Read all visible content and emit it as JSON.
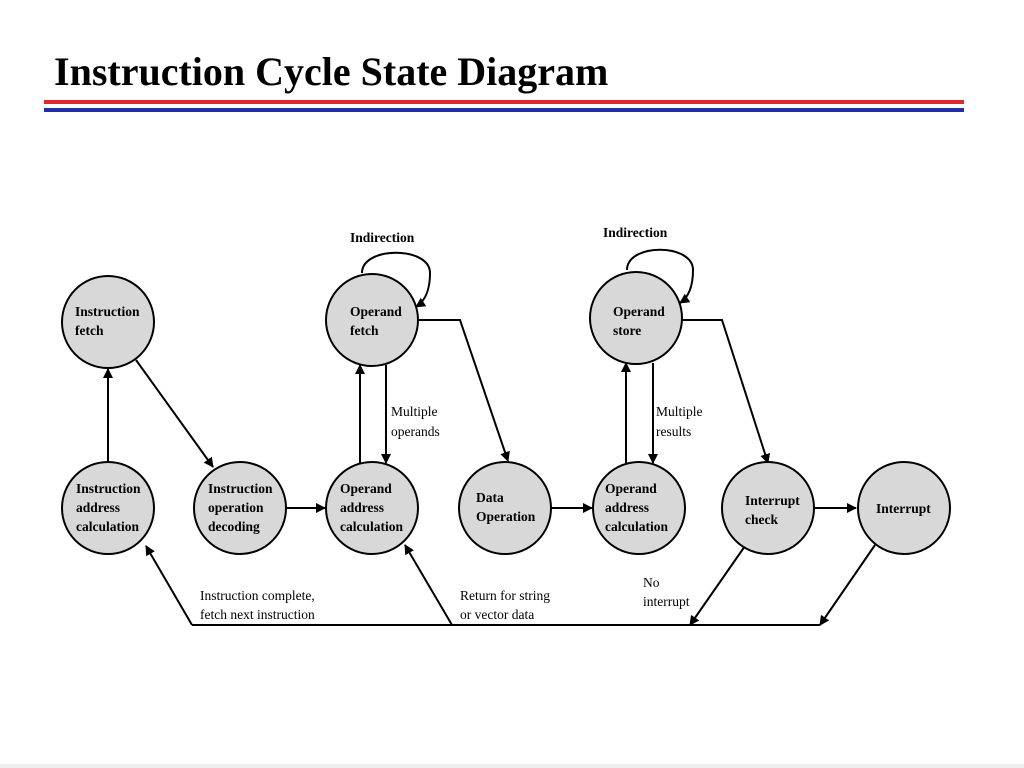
{
  "slide": {
    "title": "Instruction Cycle State Diagram",
    "rule_colors": {
      "top": "#e0262f",
      "bottom": "#1f2fa8"
    }
  },
  "diagram": {
    "node_fill": "#d8d8d8",
    "nodes": {
      "instruction_fetch": [
        "Instruction",
        "fetch"
      ],
      "instruction_address_calc": [
        "Instruction",
        "address",
        "calculation"
      ],
      "instruction_decoding": [
        "Instruction",
        "operation",
        "decoding"
      ],
      "operand_address_calc_1": [
        "Operand",
        "address",
        "calculation"
      ],
      "operand_fetch": [
        "Operand",
        "fetch"
      ],
      "data_operation": [
        "Data",
        "Operation"
      ],
      "operand_address_calc_2": [
        "Operand",
        "address",
        "calculation"
      ],
      "operand_store": [
        "Operand",
        "store"
      ],
      "interrupt_check": [
        "Interrupt",
        "check"
      ],
      "interrupt": [
        "Interrupt"
      ]
    },
    "labels": {
      "indirection_1": "Indirection",
      "indirection_2": "Indirection",
      "multiple_operands": [
        "Multiple",
        "operands"
      ],
      "multiple_results": [
        "Multiple",
        "results"
      ],
      "instruction_complete": [
        "Instruction complete,",
        "fetch next instruction"
      ],
      "return_string": [
        "Return for string",
        "or vector data"
      ],
      "no_interrupt": [
        "No",
        "interrupt"
      ]
    }
  }
}
